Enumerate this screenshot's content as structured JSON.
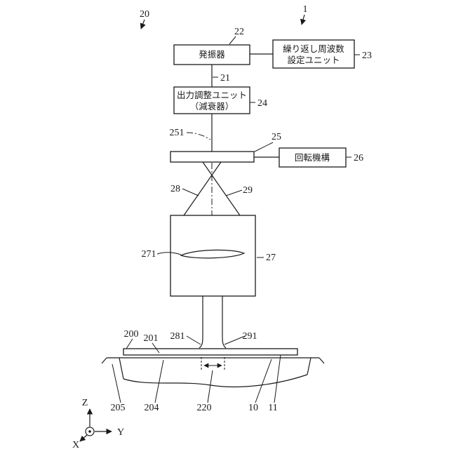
{
  "figure": {
    "refs": {
      "r1": "1",
      "r20": "20",
      "r21": "21",
      "r22": "22",
      "r23": "23",
      "r24": "24",
      "r25": "25",
      "r251": "251",
      "r26": "26",
      "r27": "27",
      "r271": "271",
      "r28": "28",
      "r29": "29",
      "r200": "200",
      "r201": "201",
      "r281": "281",
      "r291": "291",
      "r204": "204",
      "r205": "205",
      "r220": "220",
      "r10": "10",
      "r11": "11"
    },
    "blocks": {
      "oscillator": "発振器",
      "rep_freq_line1": "繰り返し周波数",
      "rep_freq_line2": "設定ユニット",
      "output_line1": "出力調整ユニット",
      "output_line2": "（減衰器）",
      "rotation": "回転機構"
    },
    "axes": {
      "x": "X",
      "y": "Y",
      "z": "Z"
    },
    "colors": {
      "line": "#1a1a1a",
      "background": "#ffffff"
    }
  }
}
